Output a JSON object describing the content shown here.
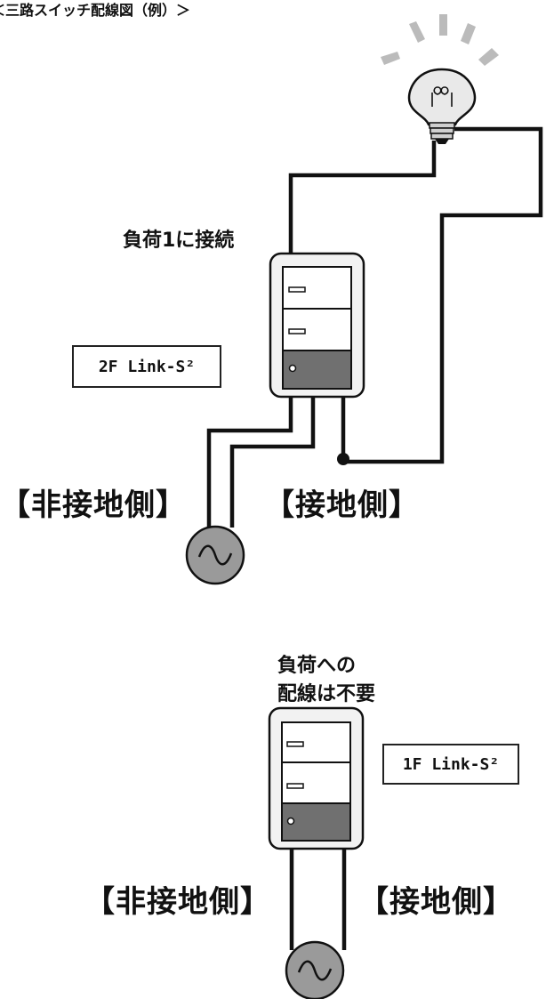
{
  "title": "＜三路スイッチ配線図（例）＞",
  "top": {
    "load_label": "負荷1に接続",
    "device_label": "2F Link-S²",
    "left_label": "【非接地側】",
    "right_label": "【接地側】"
  },
  "bottom": {
    "load_label_line1": "負荷への",
    "load_label_line2": "配線は不要",
    "device_label": "1F Link-S²",
    "left_label": "【非接地側】",
    "right_label": "【接地側】"
  },
  "colors": {
    "wire": "#111111",
    "switch_face": "#ffffff",
    "switch_frame": "#f2f2f2",
    "switch_bottom": "#707070",
    "source_fill": "#9a9a9a",
    "bulb_fill": "#e9e9e9",
    "ray": "#bbbbbb"
  }
}
